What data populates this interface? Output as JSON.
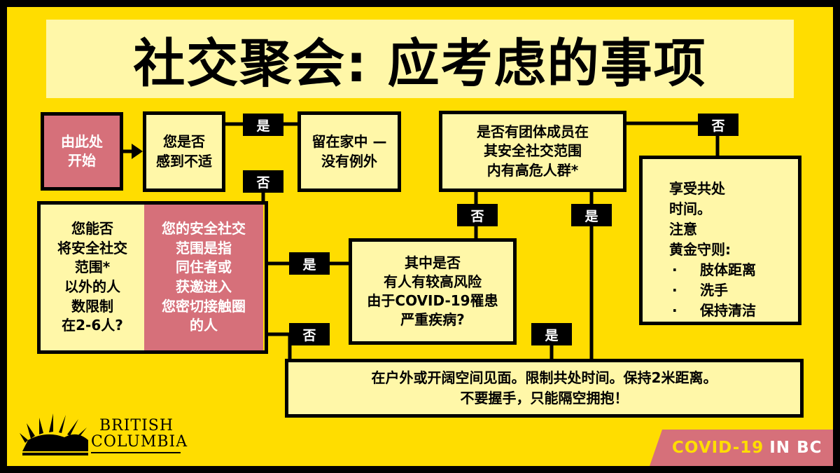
{
  "title": "社交聚会: 应考虑的事项",
  "start": {
    "lines": [
      "由此处",
      "开始"
    ]
  },
  "unwell": {
    "lines": [
      "您是否",
      "感到不适"
    ]
  },
  "stay_home": {
    "lines": [
      "留在家中 —",
      "没有例外"
    ]
  },
  "limit_question": {
    "lines": [
      "您能否",
      "将安全社交",
      "范围*",
      "以外的人",
      "数限制",
      "在2-6人?"
    ]
  },
  "bubble_definition": {
    "lines": [
      "您的安全社交",
      "范围是指",
      "同住者或",
      "获邀进入",
      "您密切接触圈",
      "的人"
    ]
  },
  "high_risk_question": {
    "lines": [
      "其中是否",
      "有人有较高风险",
      "由于COVID-19罹患",
      "严重疾病?"
    ]
  },
  "group_question": {
    "lines": [
      "是否有团体成员在",
      "其安全社交范围",
      "内有高危人群*"
    ]
  },
  "enjoy": {
    "lines": [
      "享受共处",
      "时间。",
      "注意",
      "黄金守则:"
    ],
    "bullets": [
      {
        "mark": "·",
        "text": "肢体距离"
      },
      {
        "mark": "·",
        "text": "洗手"
      },
      {
        "mark": "·",
        "text": "保持清洁"
      }
    ]
  },
  "outdoors": {
    "lines": [
      "在户外或开阔空间见面。限制共处时间。保持2米距离。",
      "不要握手，只能隔空拥抱！"
    ]
  },
  "labels": {
    "yes": "是",
    "no": "否"
  },
  "logo": {
    "line1": "BRITISH",
    "line2": "COLUMBIA"
  },
  "banner": {
    "part1": "COVID-19",
    "part2": "IN BC"
  },
  "colors": {
    "background": "#ffdd00",
    "box": "#fff7a8",
    "pink": "#d6707a",
    "border": "#000000"
  }
}
